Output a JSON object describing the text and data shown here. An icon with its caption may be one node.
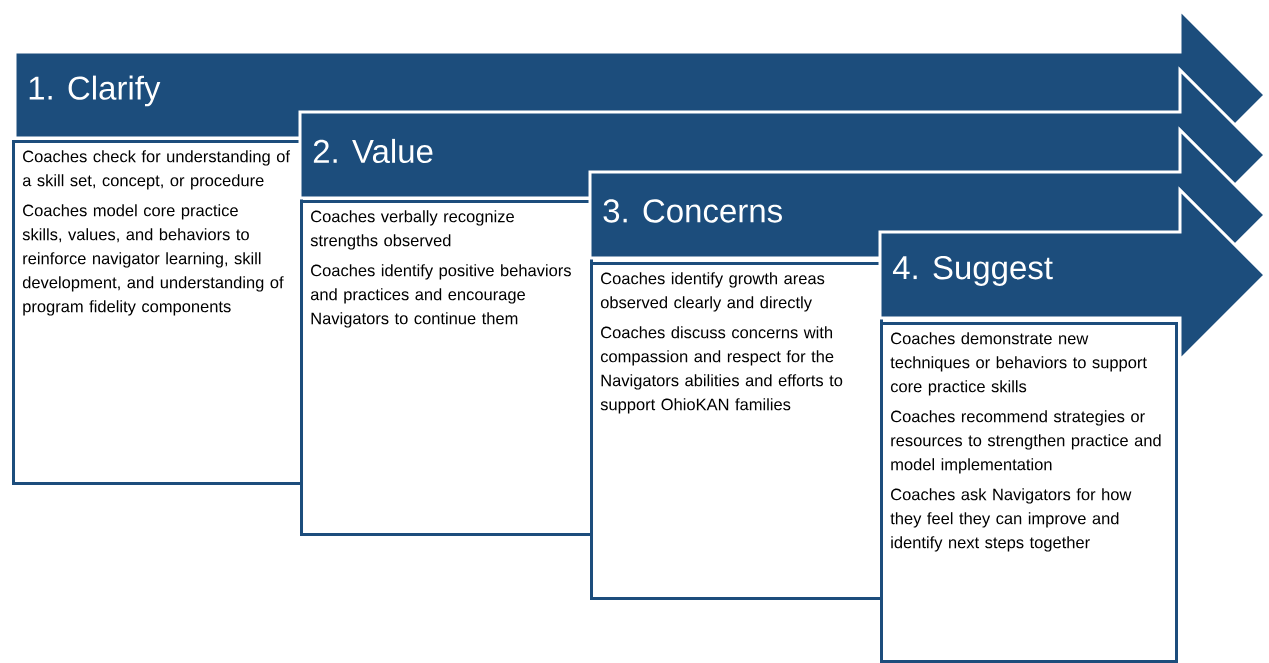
{
  "diagram": {
    "nodes": [
      {
        "text": [
          "1. Clarify"
        ]
      },
      {
        "text": [
          "Coaches check for understanding of a skill set, concept, or procedure",
          "Coaches model core practice skills, values, and behaviors to reinforce navigator learning, skill development, and understanding of program fidelity components"
        ]
      },
      {
        "text": [
          "2. Value"
        ]
      },
      {
        "text": [
          "Coaches verbally recognize strengths observed",
          "Coaches identify positive behaviors and practices and encourage Navigators to continue them"
        ]
      },
      {
        "text": [
          "3. Concerns"
        ]
      },
      {
        "text": [
          "Coaches identify growth areas observed clearly and directly",
          "Coaches discuss concerns with compassion and respect for the Navigators abilities and efforts to support OhioKAN families"
        ]
      },
      {
        "text": [
          "4. Suggest"
        ]
      },
      {
        "text": [
          "Coaches demonstrate new techniques or behaviors to support core practice skills",
          "Coaches recommend strategies or resources to strengthen practice and model implementation",
          "Coaches ask Navigators for how they feel they can improve and identify next steps together"
        ]
      }
    ]
  }
}
